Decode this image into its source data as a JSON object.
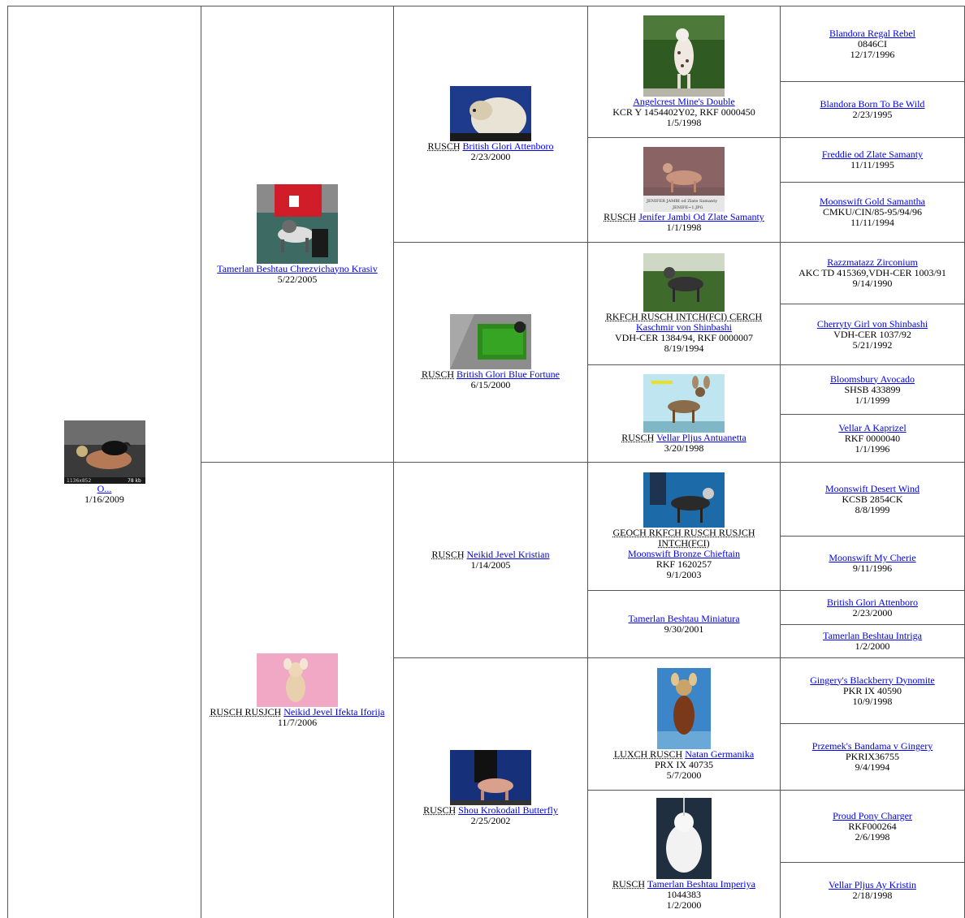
{
  "gen0": {
    "name": "O...",
    "date": "1/16/2009",
    "photo_caption": "1136x852   78 kb"
  },
  "gen1": [
    {
      "name": "Tamerlan Beshtau Chrezvichayno Krasiv",
      "date": "5/22/2005"
    },
    {
      "titles": "RUSCH RUSJCH",
      "name": "Neikid Jevel Ifekta Iforija",
      "date": "11/7/2006"
    }
  ],
  "gen2": [
    {
      "titles": "RUSCH",
      "name": "British Glori Attenboro",
      "date": "2/23/2000"
    },
    {
      "titles": "RUSCH",
      "name": "British Glori Blue Fortune",
      "date": "6/15/2000"
    },
    {
      "titles": "RUSCH",
      "name": "Neikid Jevel Kristian",
      "date": "1/14/2005"
    },
    {
      "titles": "RUSCH",
      "name": "Shou Krokodail Butterfly",
      "date": "2/25/2002"
    }
  ],
  "gen3": [
    {
      "name": "Angelcrest Mine's Double",
      "reg": "KCR Y 1454402Y02, RKF 0000450",
      "date": "1/5/1998"
    },
    {
      "titles": "RUSCH",
      "name": "Jenifer Jambi Od Zlate Samanty",
      "date": "1/1/1998",
      "photo_caption": "JENIFER JAMBI od Zlate Samanty  JENIFE~1.JPG"
    },
    {
      "titles": "RKFCH RUSCH INTCH(FCI) CERCH",
      "name": "Kaschmir von Shinbashi",
      "reg": "VDH-CER 1384/94, RKF 0000007",
      "date": "8/19/1994"
    },
    {
      "titles": "RUSCH",
      "name": "Vellar Pljus Antuanetta",
      "date": "3/20/1998"
    },
    {
      "titles": "GEOCH RKFCH RUSCH RUSJCH INTCH(FCI)",
      "name": "Moonswift Bronze Chieftain",
      "reg": "RKF 1620257",
      "date": "9/1/2003"
    },
    {
      "name": "Tamerlan Beshtau Miniatura",
      "date": "9/30/2001"
    },
    {
      "titles": "LUXCH RUSCH",
      "name": "Natan Germanika",
      "reg": "PRX IX 40735",
      "date": "5/7/2000"
    },
    {
      "titles": "RUSCH",
      "name": "Tamerlan Beshtau Imperiya",
      "reg": "1044383",
      "date": "1/2/2000"
    }
  ],
  "gen4": [
    {
      "name": "Blandora Regal Rebel",
      "reg": "0846CI",
      "date": "12/17/1996"
    },
    {
      "name": "Blandora Born To Be Wild",
      "date": "2/23/1995"
    },
    {
      "name": "Freddie od Zlate Samanty",
      "date": "11/11/1995"
    },
    {
      "name": "Moonswift Gold Samantha",
      "reg": "CMKU/CIN/85-95/94/96",
      "date": "11/11/1994"
    },
    {
      "name": "Razzmatazz Zirconium",
      "reg": "AKC TD 415369,VDH-CER 1003/91",
      "date": "9/14/1990"
    },
    {
      "name": "Cherryty Girl von Shinbashi",
      "reg": "VDH-CER 1037/92",
      "date": "5/21/1992"
    },
    {
      "name": "Bloomsbury Avocado",
      "reg": "SHSB 433899",
      "date": "1/1/1999"
    },
    {
      "name": "Vellar A Kaprizel",
      "reg": "RKF 0000040",
      "date": "1/1/1996"
    },
    {
      "name": "Moonswift Desert Wind",
      "reg": "KCSB 2854CK",
      "date": "8/8/1999"
    },
    {
      "name": "Moonswift My Cherie",
      "date": "9/11/1996"
    },
    {
      "name": "British Glori Attenboro",
      "date": "2/23/2000"
    },
    {
      "name": "Tamerlan Beshtau Intriga",
      "date": "1/2/2000"
    },
    {
      "name": "Gingery's Blackberry Dynomite",
      "reg": "PKR IX 40590",
      "date": "10/9/1998"
    },
    {
      "name": "Przemek's Bandama v Gingery",
      "reg": "PKRIX36755",
      "date": "9/4/1994"
    },
    {
      "name": "Proud Pony Charger",
      "reg": "RKF000264",
      "date": "2/6/1998"
    },
    {
      "name": "Vellar Pljus Ay Kristin",
      "date": "2/18/1998"
    }
  ],
  "colors": {
    "link": "#0000ee",
    "border": "#555555"
  }
}
